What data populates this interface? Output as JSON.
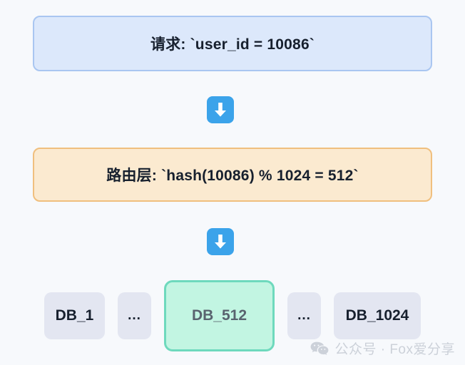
{
  "diagram": {
    "type": "database-sharding-routing-flow",
    "background_color": "#f7f9fc",
    "stages": [
      {
        "id": "request",
        "label": "请求: `user_id = 10086`",
        "fill_color": "#dce8fb",
        "border_color": "#a9c6f1"
      },
      {
        "id": "router",
        "label": "路由层: `hash(10086) % 1024 = 512`",
        "fill_color": "#fbead0",
        "border_color": "#f0bf7e"
      }
    ],
    "connectors": [
      {
        "id": "arrow-1",
        "icon": "arrow-down-icon",
        "color": "#3ba3ea"
      },
      {
        "id": "arrow-2",
        "icon": "arrow-down-icon",
        "color": "#3ba3ea"
      }
    ],
    "shards": [
      {
        "id": "db-1",
        "label": "DB_1",
        "active": false,
        "fill_color": "#e3e6f1"
      },
      {
        "id": "gap-1",
        "label": "...",
        "active": false,
        "fill_color": "#e3e6f1"
      },
      {
        "id": "db-512",
        "label": "DB_512",
        "active": true,
        "fill_color": "#c2f5e2",
        "border_color": "#6ed9bd"
      },
      {
        "id": "gap-2",
        "label": "...",
        "active": false,
        "fill_color": "#e3e6f1"
      },
      {
        "id": "db-1024",
        "label": "DB_1024",
        "active": false,
        "fill_color": "#e3e6f1"
      }
    ]
  },
  "watermark": {
    "icon": "wechat-icon",
    "text": "公众号 · Fox爱分享",
    "color": "#ccd1d9"
  }
}
